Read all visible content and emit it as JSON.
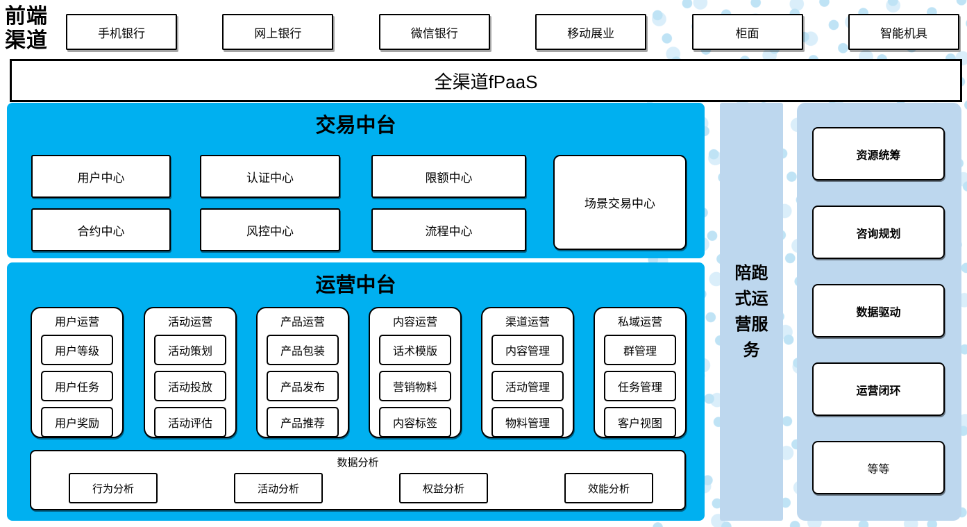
{
  "front_channels": {
    "label": "前端渠道"
  },
  "channels": {
    "items": [
      "手机银行",
      "网上银行",
      "微信银行",
      "移动展业",
      "柜面",
      "智能机具"
    ]
  },
  "fpaas": {
    "label": "全渠道fPaaS"
  },
  "transaction_platform": {
    "title": "交易中台",
    "centers_row1": [
      "用户中心",
      "认证中心",
      "限额中心"
    ],
    "centers_row2": [
      "合约中心",
      "风控中心",
      "流程中心"
    ],
    "scenario_center": "场景交易中心"
  },
  "operation_platform": {
    "title": "运营中台",
    "groups": [
      {
        "title": "用户运营",
        "items": [
          "用户等级",
          "用户任务",
          "用户奖励"
        ]
      },
      {
        "title": "活动运营",
        "items": [
          "活动策划",
          "活动投放",
          "活动评估"
        ]
      },
      {
        "title": "产品运营",
        "items": [
          "产品包装",
          "产品发布",
          "产品推荐"
        ]
      },
      {
        "title": "内容运营",
        "items": [
          "话术模版",
          "营销物料",
          "内容标签"
        ]
      },
      {
        "title": "渠道运营",
        "items": [
          "内容管理",
          "活动管理",
          "物料管理"
        ]
      },
      {
        "title": "私域运营",
        "items": [
          "群管理",
          "任务管理",
          "客户视图"
        ]
      }
    ],
    "data_analysis": {
      "title": "数据分析",
      "items": [
        "行为分析",
        "活动分析",
        "权益分析",
        "效能分析"
      ]
    }
  },
  "companion_service": {
    "label": "陪跑式运营服务"
  },
  "service_column": {
    "items": [
      "资源统筹",
      "咨询规划",
      "数据驱动",
      "运营闭环",
      "等等"
    ]
  },
  "colors": {
    "platform_blue": "#00B0F0",
    "service_light_blue": "#BDD7EE",
    "dot_pattern_blue": "#CBE6F7",
    "border_black": "#000000"
  }
}
